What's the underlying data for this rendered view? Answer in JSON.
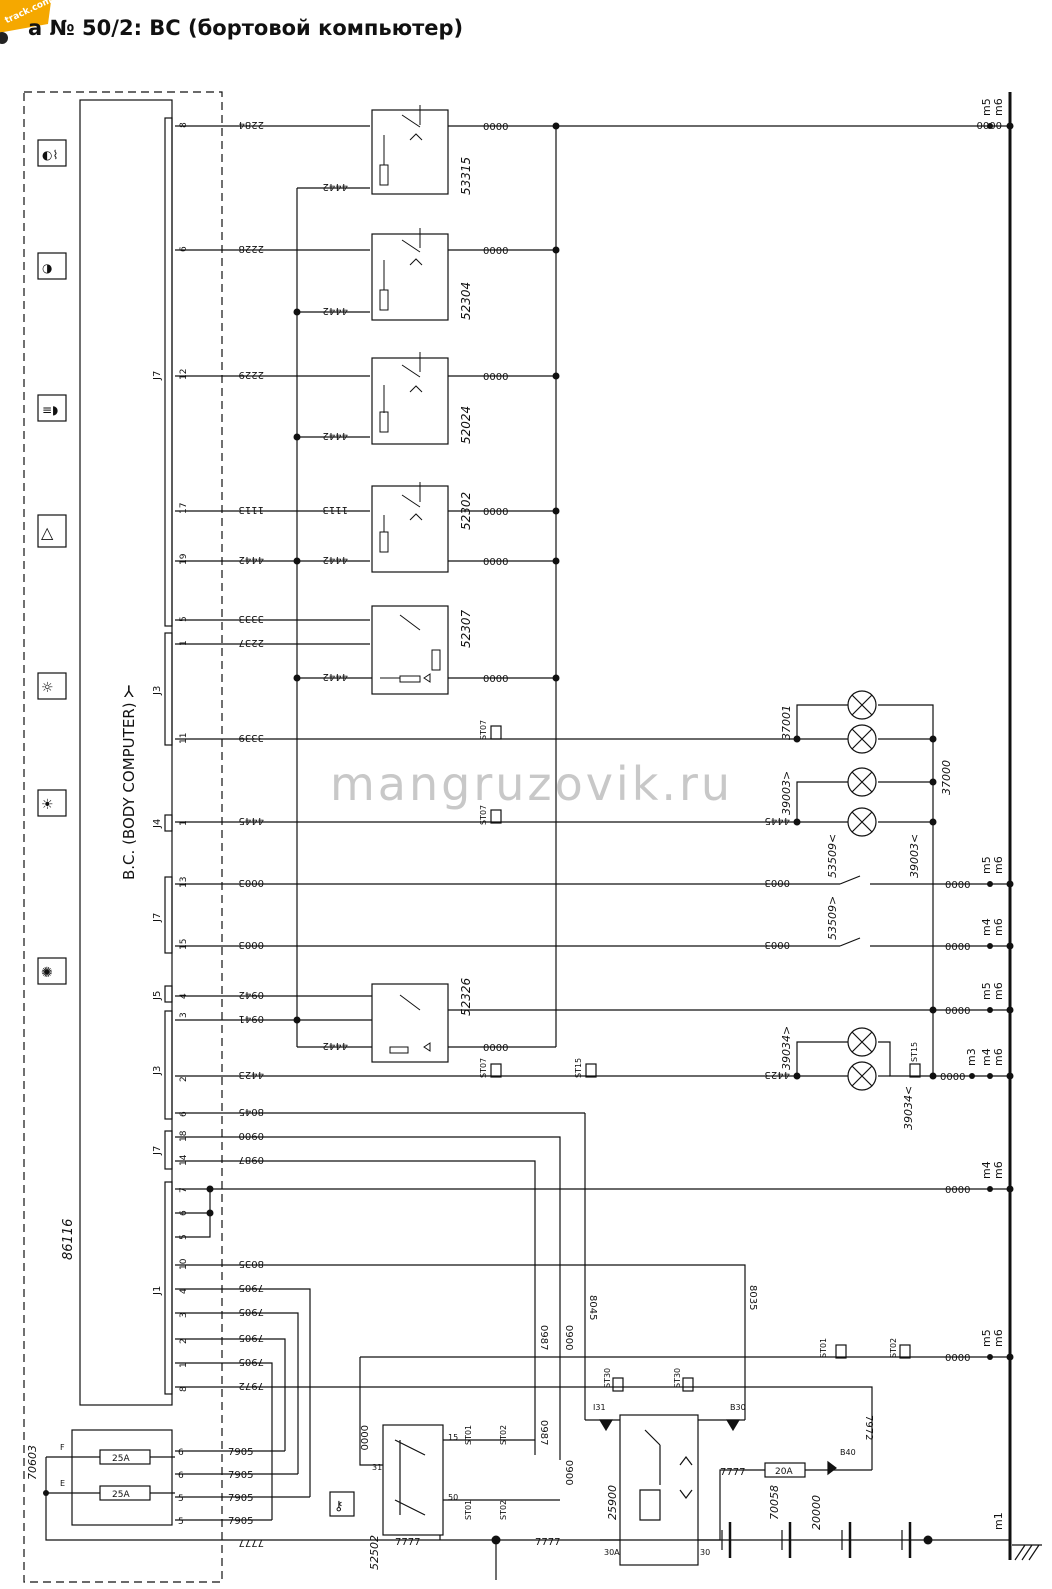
{
  "header": {
    "title": "а № 50/2:   BC (бортовой компьютер)",
    "logo_text": "track.com",
    "logo_color": "#f5a800"
  },
  "watermark": "mangruzovik.ru",
  "body_computer": {
    "label": "B.C. (BODY COMPUTER)",
    "code": "86116"
  },
  "fuse_box": {
    "code": "70603",
    "fuse1": "25A",
    "fuse2": "25A",
    "pin_f": "F",
    "pin_e": "E"
  },
  "connectors": {
    "j7a": "J7",
    "j3a": "J3",
    "j4": "J4",
    "j7b": "J7",
    "j5": "J5",
    "j3b": "J3",
    "j7c": "J7",
    "j1": "J1"
  },
  "pins": {
    "p8a": "8",
    "p6a": "6",
    "p12": "12",
    "p17": "17",
    "p19": "19",
    "p5a": "5",
    "p1a": "1",
    "p11": "11",
    "p1b": "1",
    "p13": "13",
    "p15": "15",
    "p4a": "4",
    "p3a": "3",
    "p2a": "2",
    "p6b": "6",
    "p18": "18",
    "p14": "14",
    "p7a": "7",
    "p6c": "6",
    "p5b": "5",
    "p10": "10",
    "p4b": "4",
    "p3b": "3",
    "p2b": "2",
    "p1c": "1",
    "p8b": "8",
    "f6": "6",
    "f6b": "6",
    "f5": "5",
    "f5b": "5"
  },
  "wires": {
    "w2284": "2284",
    "w2228": "2228",
    "w2229": "2229",
    "w1113": "1113",
    "w4442": "4442",
    "w3333": "3333",
    "w2237": "2237",
    "w3339": "3339",
    "w4445": "4445",
    "w0003": "0003",
    "w0942": "0942",
    "w0941": "0941",
    "w4423": "4423",
    "w8045": "8045",
    "w0900": "0900",
    "w0987": "0987",
    "w0000": "0000",
    "w8035": "8035",
    "w7905": "7905",
    "w7972": "7972",
    "w7777": "7777"
  },
  "components": {
    "sw53315": "53315",
    "sw52304": "52304",
    "sw52024": "52024",
    "sw52302": "52302",
    "sw52307": "52307",
    "sw52326": "52326",
    "lamp37001": "37001",
    "lamp37000": "37000",
    "lamp39003a": "39003>",
    "lamp39003b": "39003<",
    "sw53509a": "53509<",
    "sw53509b": "53509>",
    "lamp39034a": "39034>",
    "lamp39034b": "39034<",
    "relay25900": "25900",
    "key52502": "52502",
    "fuse70058": "70058",
    "fuse20a": "20A",
    "batt20000": "20000"
  },
  "terminals": {
    "st07": "ST07",
    "st15": "ST15",
    "st01": "ST01",
    "st02": "ST02",
    "st30": "ST30",
    "t30a": "30A",
    "t30": "30",
    "t15": "15",
    "t31": "31",
    "t50": "50",
    "b30": "B30",
    "b40": "B40",
    "i31": "I31"
  },
  "grounds": {
    "m5": "m5",
    "m6": "m6",
    "m4": "m4",
    "m3": "m3",
    "m1": "m1"
  },
  "colors": {
    "line": "#111111",
    "watermark": "#c8c8c8"
  }
}
